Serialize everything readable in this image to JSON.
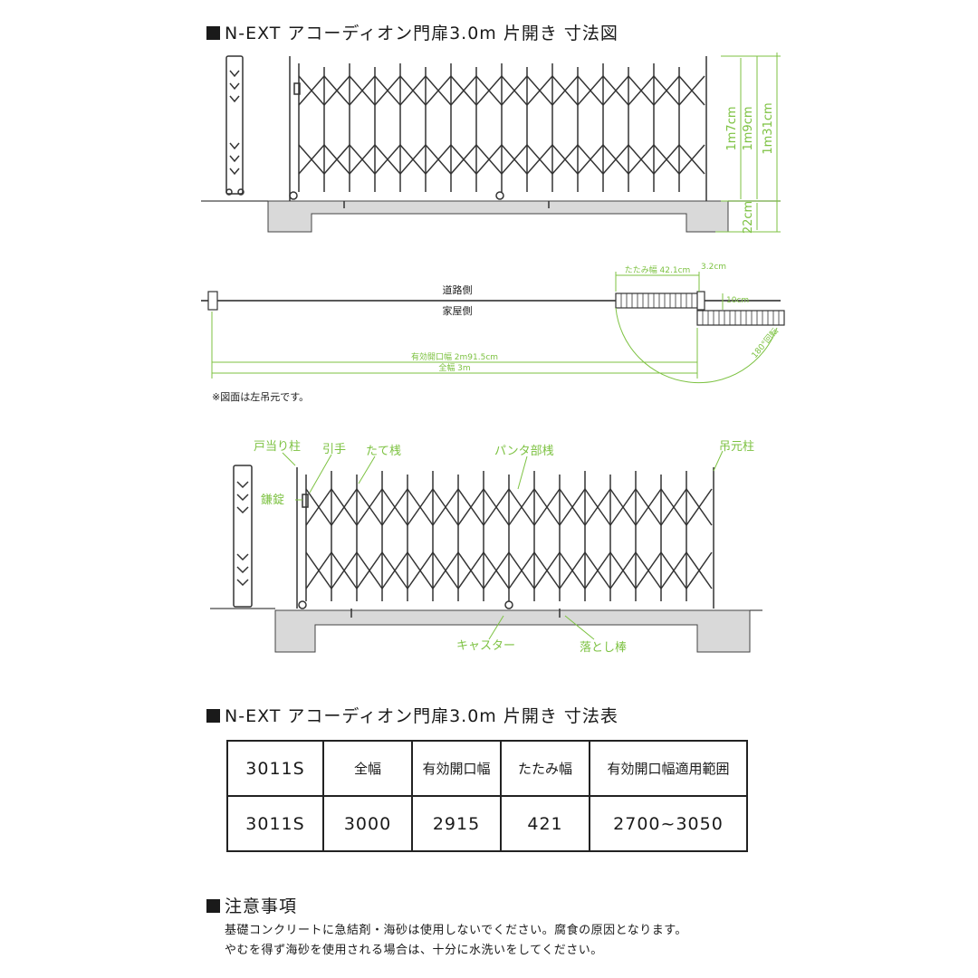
{
  "headings": {
    "drawing": "N-EXT アコーディオン門扉3.0m 片開き 寸法図",
    "table": "N-EXT アコーディオン門扉3.0m 片開き 寸法表",
    "caution": "注意事項"
  },
  "elevation_dims": {
    "h1": "1m7cm",
    "h2": "1m9cm",
    "h3": "1m31cm",
    "base": "22cm"
  },
  "plan": {
    "road_side": "道路側",
    "house_side": "家屋側",
    "fold_width": "たたみ幅 42.1cm",
    "small_dim": "3.2cm",
    "offset": "10cm",
    "rotation": "180°回転",
    "effective_opening": "有効開口幅 2m91.5cm",
    "total_width": "全幅 3m"
  },
  "note": "※図面は左吊元です。",
  "parts": {
    "door_stop_post": "戸当り柱",
    "handle": "引手",
    "vertical_bar": "たて桟",
    "pantograph_bar": "パンタ部桟",
    "hinge_post": "吊元柱",
    "key_lock": "鎌錠",
    "caster": "キャスター",
    "drop_rod": "落とし棒"
  },
  "table": {
    "header": [
      "3011S",
      "全幅",
      "有効開口幅",
      "たたみ幅",
      "有効開口幅適用範囲"
    ],
    "row": [
      "3011S",
      "3000",
      "2915",
      "421",
      "2700~3050"
    ]
  },
  "caution_lines": [
    "基礎コンクリートに急結剤・海砂は使用しないでください。腐食の原因となります。",
    "やむを得ず海砂を使用される場合は、十分に水洗いをしてください。"
  ],
  "colors": {
    "accent": "#7dc242",
    "line": "#3a3a3a",
    "ground": "#d9d9d9"
  }
}
